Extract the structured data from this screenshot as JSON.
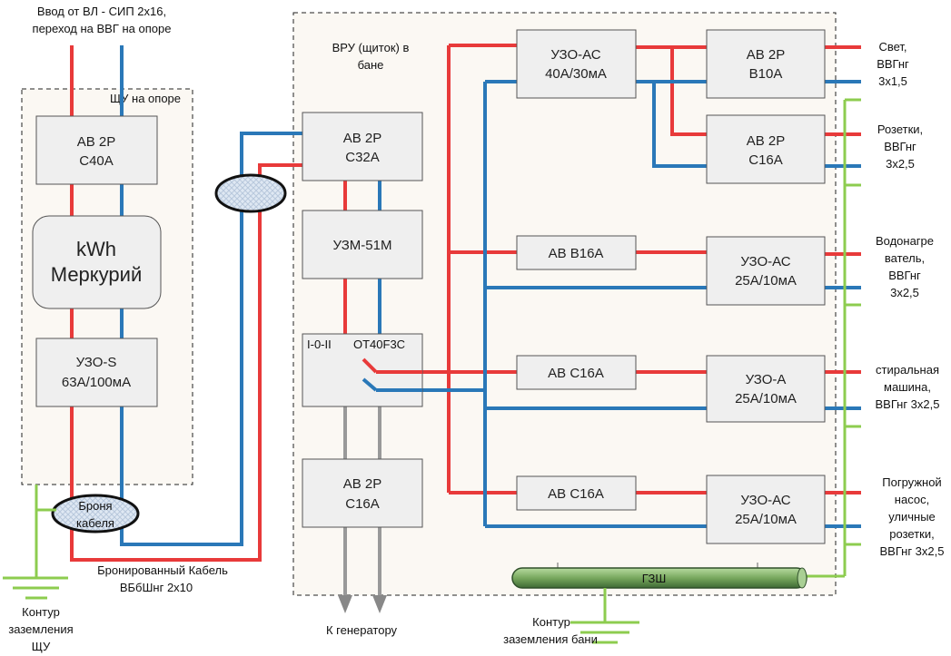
{
  "input": {
    "line1": "Ввод от ВЛ - СИП 2х16,",
    "line2": "переход на ВВГ на опоре"
  },
  "pole_panel": {
    "title": "ЩУ на опоре",
    "breaker": {
      "l1": "АВ 2Р",
      "l2": "С40А"
    },
    "meter": {
      "l1": "kWh",
      "l2": "Меркурий"
    },
    "rcd": {
      "l1": "УЗО-S",
      "l2": "63А/100мА"
    }
  },
  "armor_label": {
    "l1": "Броня",
    "l2": "кабеля"
  },
  "cable_label": {
    "l1": "Бронированный Кабель",
    "l2": "ВБбШнг 2х10"
  },
  "pole_ground": {
    "l1": "Контур",
    "l2": "заземления",
    "l3": "ЩУ"
  },
  "bath_panel": {
    "title_l1": "ВРУ (щиток)  в",
    "title_l2": "бане",
    "main_breaker": {
      "l1": "АВ 2Р",
      "l2": "С32А"
    },
    "uzm": "УЗМ-51М",
    "switch": {
      "l1": "I-0-II",
      "l2": "OT40F3C"
    },
    "gen_breaker": {
      "l1": "АВ 2Р",
      "l2": "С16А"
    },
    "gen_label": "К генератору",
    "rcd_main": {
      "l1": "УЗО-АС",
      "l2": "40А/30мА"
    },
    "light_breaker": {
      "l1": "АВ 2Р",
      "l2": "В10А"
    },
    "socket_breaker": {
      "l1": "АВ 2Р",
      "l2": "С16А"
    },
    "heater_breaker": "АВ В16А",
    "heater_rcd": {
      "l1": "УЗО-АС",
      "l2": "25А/10мА"
    },
    "wash_breaker": "АВ С16А",
    "wash_rcd": {
      "l1": "УЗО-А",
      "l2": "25А/10мА"
    },
    "pump_breaker": "АВ С16А",
    "pump_rcd": {
      "l1": "УЗО-АС",
      "l2": "25А/10мА"
    },
    "gzsh": "ГЗШ",
    "ground": {
      "l1": "Контур",
      "l2": "заземления бани"
    }
  },
  "outputs": {
    "light": {
      "l1": "Свет,",
      "l2": "ВВГнг",
      "l3": "3х1,5"
    },
    "sockets": {
      "l1": "Розетки,",
      "l2": "ВВГнг",
      "l3": "3х2,5"
    },
    "heater": {
      "l1": "Водонагре",
      "l2": "ватель,",
      "l3": "ВВГнг",
      "l4": "3х2,5"
    },
    "washer": {
      "l1": "стиральная",
      "l2": "машина,",
      "l3": "ВВГнг 3х2,5"
    },
    "pump": {
      "l1": "Погружной",
      "l2": "насос,",
      "l3": "уличные",
      "l4": "розетки,",
      "l5": "ВВГнг 3х2,5"
    }
  },
  "colors": {
    "phase": "#e83a3a",
    "neutral": "#2a78b8",
    "ground": "#8dcc4f"
  }
}
